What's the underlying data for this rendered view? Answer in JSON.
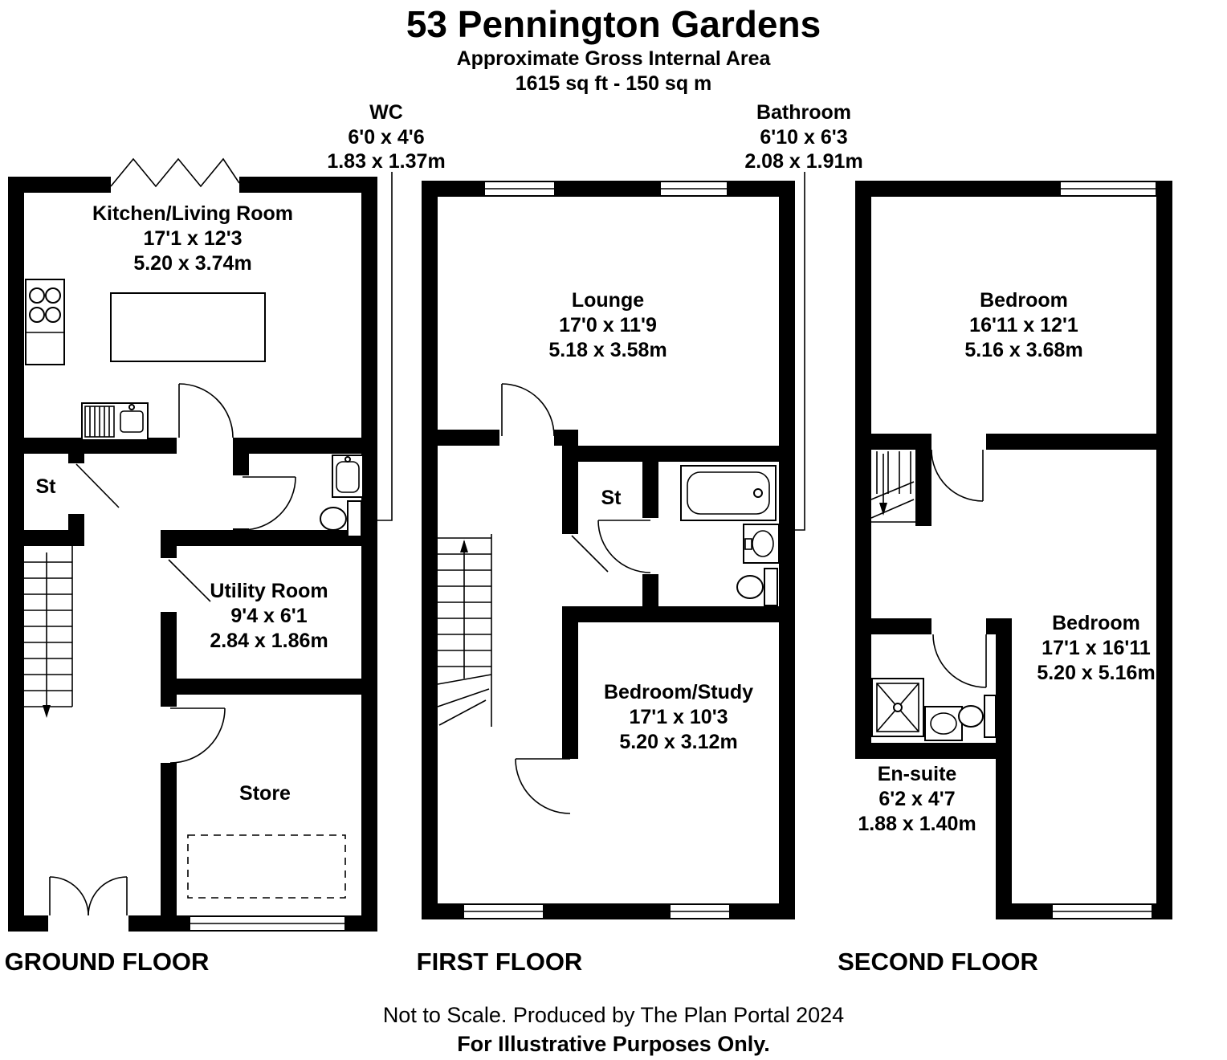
{
  "header": {
    "title": "53 Pennington Gardens",
    "subtitle": "Approximate Gross Internal Area",
    "area": "1615 sq ft - 150 sq m"
  },
  "callouts": {
    "wc": {
      "name": "WC",
      "imperial": "6'0 x 4'6",
      "metric": "1.83 x 1.37m"
    },
    "bathroom": {
      "name": "Bathroom",
      "imperial": "6'10 x 6'3",
      "metric": "2.08 x 1.91m"
    }
  },
  "floors": {
    "ground": {
      "label": "GROUND FLOOR",
      "rooms": {
        "kitchen": {
          "name": "Kitchen/Living Room",
          "imperial": "17'1 x 12'3",
          "metric": "5.20 x 3.74m"
        },
        "st": {
          "name": "St"
        },
        "utility": {
          "name": "Utility Room",
          "imperial": "9'4 x 6'1",
          "metric": "2.84 x 1.86m"
        },
        "store": {
          "name": "Store"
        }
      }
    },
    "first": {
      "label": "FIRST FLOOR",
      "rooms": {
        "lounge": {
          "name": "Lounge",
          "imperial": "17'0 x 11'9",
          "metric": "5.18 x 3.58m"
        },
        "st": {
          "name": "St"
        },
        "bedroom_study": {
          "name": "Bedroom/Study",
          "imperial": "17'1 x 10'3",
          "metric": "5.20 x 3.12m"
        }
      }
    },
    "second": {
      "label": "SECOND FLOOR",
      "rooms": {
        "bedroom1": {
          "name": "Bedroom",
          "imperial": "16'11 x 12'1",
          "metric": "5.16 x 3.68m"
        },
        "bedroom2": {
          "name": "Bedroom",
          "imperial": "17'1 x 16'11",
          "metric": "5.20 x 5.16m"
        },
        "ensuite": {
          "name": "En-suite",
          "imperial": "6'2 x 4'7",
          "metric": "1.88 x 1.40m"
        }
      }
    }
  },
  "footer": {
    "disclaimer": "Not to Scale. Produced by The Plan Portal 2024",
    "illustrative": "For Illustrative Purposes Only."
  },
  "colors": {
    "wall": "#000000",
    "background": "#ffffff"
  }
}
